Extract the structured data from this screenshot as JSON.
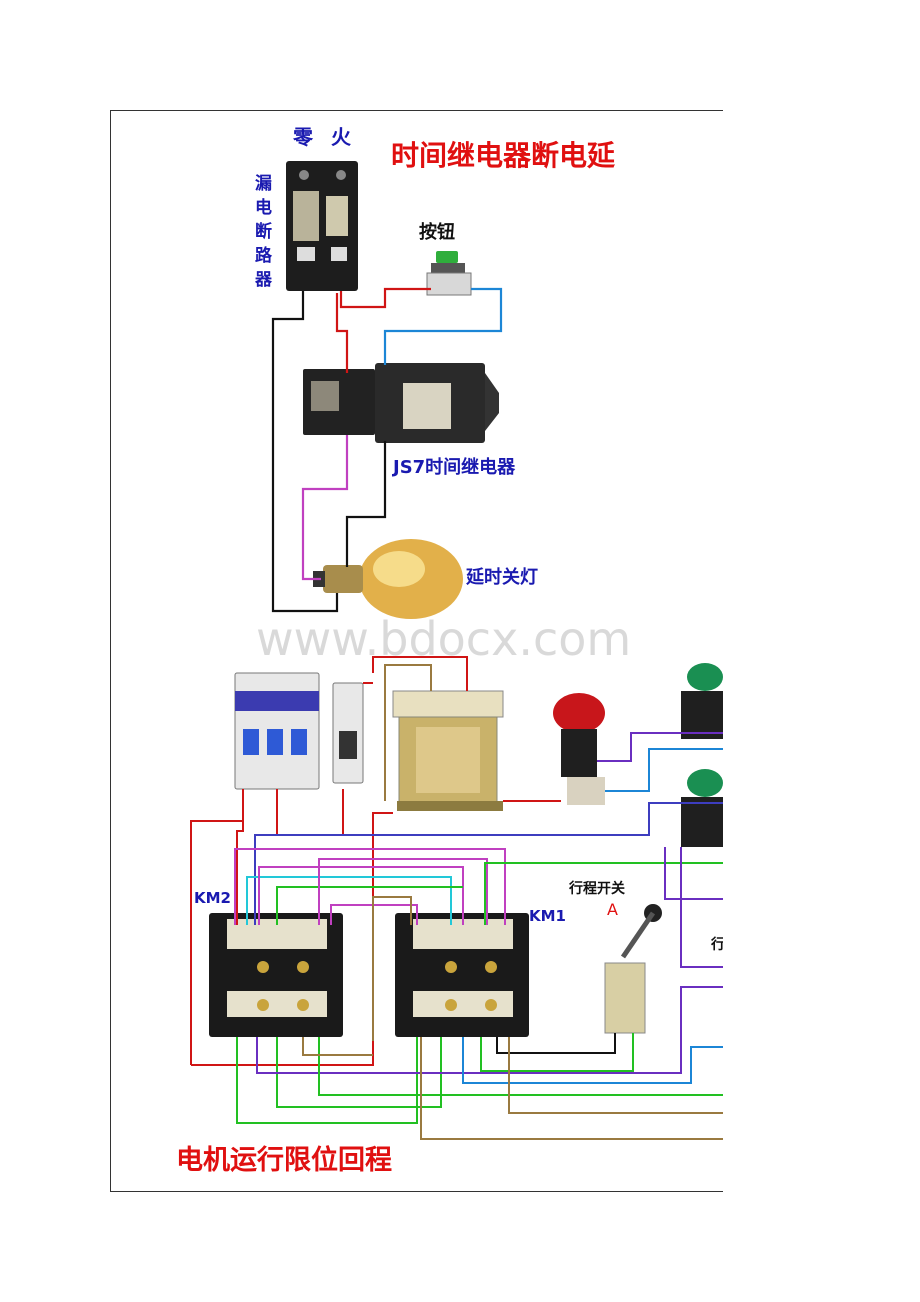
{
  "top_section": {
    "title": "时间继电器断电延",
    "label_neutral": "零",
    "label_live": "火",
    "label_breaker": [
      "漏",
      "电",
      "断",
      "路",
      "器"
    ],
    "label_button": "按钮",
    "label_relay": "JS7时间继电器",
    "label_lamp": "延时关灯"
  },
  "watermark": "www.bdocx.com",
  "bottom_section": {
    "title": "电机运行限位回程",
    "label_km2": "KM2",
    "label_km1": "KM1",
    "label_limit_switch": "行程开关",
    "label_limit_a": "A",
    "label_cutoff": "行"
  },
  "colors": {
    "title": "#e01010",
    "label": "#1a1ab0",
    "wire_red": "#d01515",
    "wire_blue": "#1c86d6",
    "wire_black": "#111111",
    "wire_magenta": "#c040c0",
    "wire_green": "#22c022",
    "wire_cyan": "#22c8d8",
    "wire_purple": "#6a2fc0",
    "wire_brown": "#9a7a40"
  }
}
